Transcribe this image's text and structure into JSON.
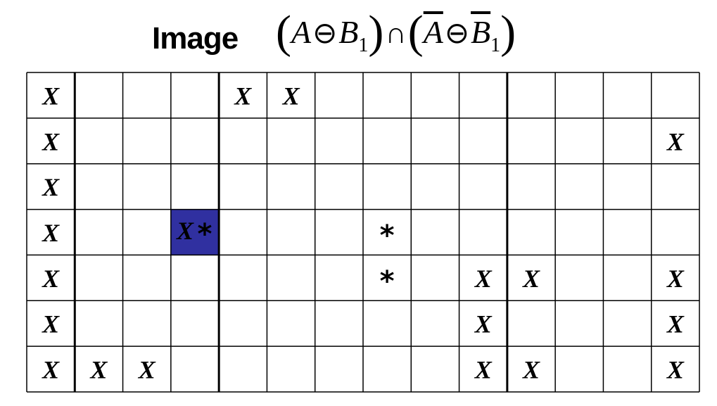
{
  "title": {
    "word": "Image",
    "formula": {
      "open1": "(",
      "A1": "A",
      "op1": "⊖",
      "B1": "B",
      "sub1": "1",
      "close1": ")",
      "cap": "∩",
      "open2": "(",
      "A2": "A",
      "op2": "⊖",
      "B2": "B",
      "sub2": "1",
      "close2": ")"
    }
  },
  "grid": {
    "rows": 7,
    "cols": 14,
    "highlight_color": "#3030a0",
    "cells": [
      [
        "X",
        "",
        "",
        "",
        "X",
        "X",
        "",
        "",
        "",
        "",
        "",
        "",
        "",
        ""
      ],
      [
        "X",
        "",
        "",
        "",
        "",
        "",
        "",
        "",
        "",
        "",
        "",
        "",
        "",
        "X"
      ],
      [
        "X",
        "",
        "",
        "",
        "",
        "",
        "",
        "",
        "",
        "",
        "",
        "",
        "",
        ""
      ],
      [
        "X",
        "",
        "",
        "X*",
        "",
        "",
        "",
        "*",
        "",
        "",
        "",
        "",
        "",
        ""
      ],
      [
        "X",
        "",
        "",
        "",
        "",
        "",
        "",
        "*",
        "",
        "X",
        "X",
        "",
        "",
        "X"
      ],
      [
        "X",
        "",
        "",
        "",
        "",
        "",
        "",
        "",
        "",
        "X",
        "",
        "",
        "",
        "X"
      ],
      [
        "X",
        "X",
        "X",
        "",
        "",
        "",
        "",
        "",
        "",
        "X",
        "X",
        "",
        "",
        "X"
      ]
    ],
    "highlighted": [
      [
        3,
        3
      ]
    ]
  }
}
